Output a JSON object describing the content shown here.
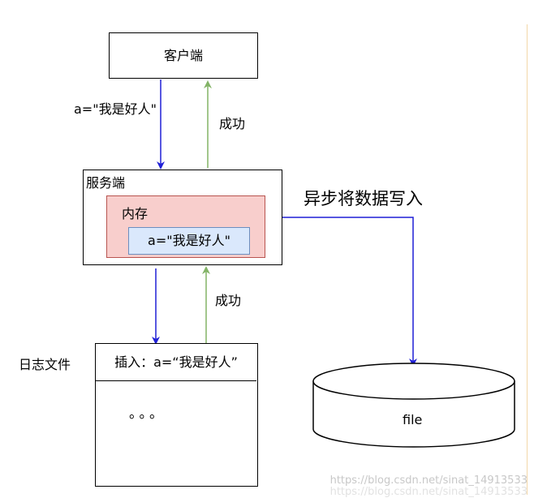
{
  "client": {
    "label": "客户端"
  },
  "server": {
    "label": "服务端"
  },
  "memory": {
    "label": "内存",
    "content": "a=\"我是好人\""
  },
  "log_file": {
    "label": "日志文件",
    "header": "插入：a=“我是好人”",
    "ellipsis": "。。。"
  },
  "disk": {
    "label": "file"
  },
  "edges": {
    "request": "a=\"我是好人\"",
    "success_top": "成功",
    "success_bottom": "成功",
    "async_write": "异步将数据写入"
  },
  "watermark": "https://blog.csdn.net/sinat_14913533",
  "colors": {
    "blue_arrow": "#1f1fd6",
    "green_arrow": "#82b366",
    "memory_fill": "#f8cecc",
    "memory_stroke": "#b85450",
    "content_fill": "#dae8fc",
    "content_stroke": "#6c8ebf"
  }
}
